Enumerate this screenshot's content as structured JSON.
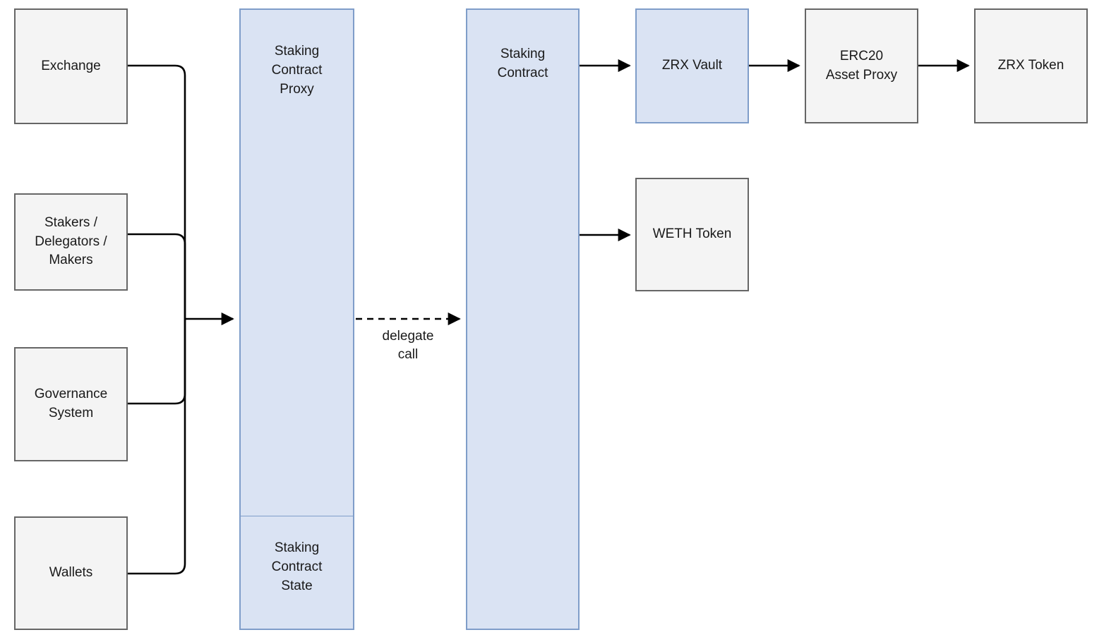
{
  "diagram": {
    "type": "architecture-flow",
    "background": "#ffffff",
    "colors": {
      "gray_fill": "#f4f4f4",
      "gray_stroke": "#666666",
      "blue_fill": "#dae3f3",
      "blue_stroke": "#7f9dc9",
      "edge_stroke": "#000000",
      "text": "#1a1a1a"
    },
    "nodes": {
      "exchange": {
        "label": "Exchange",
        "style": "gray"
      },
      "stakers": {
        "label": "Stakers /\nDelegators /\nMakers",
        "style": "gray"
      },
      "governance": {
        "label": "Governance\nSystem",
        "style": "gray"
      },
      "wallets": {
        "label": "Wallets",
        "style": "gray"
      },
      "staking_contract_proxy": {
        "label": "Staking\nContract\nProxy",
        "style": "blue"
      },
      "staking_contract_state": {
        "label": "Staking\nContract\nState",
        "style": "blue"
      },
      "staking_contract": {
        "label": "Staking\nContract",
        "style": "blue"
      },
      "zrx_vault": {
        "label": "ZRX Vault",
        "style": "blue"
      },
      "erc20_asset_proxy": {
        "label": "ERC20\nAsset Proxy",
        "style": "gray"
      },
      "zrx_token": {
        "label": "ZRX Token",
        "style": "gray"
      },
      "weth_token": {
        "label": "WETH Token",
        "style": "gray"
      }
    },
    "edges": [
      {
        "from": "exchange",
        "to": "staking_contract_proxy",
        "style": "solid",
        "label": ""
      },
      {
        "from": "stakers",
        "to": "staking_contract_proxy",
        "style": "solid",
        "label": ""
      },
      {
        "from": "governance",
        "to": "staking_contract_proxy",
        "style": "solid",
        "label": ""
      },
      {
        "from": "wallets",
        "to": "staking_contract_proxy",
        "style": "solid",
        "label": ""
      },
      {
        "from": "staking_contract_proxy",
        "to": "staking_contract",
        "style": "dashed",
        "label": "delegate\ncall"
      },
      {
        "from": "staking_contract",
        "to": "zrx_vault",
        "style": "solid",
        "label": ""
      },
      {
        "from": "staking_contract",
        "to": "weth_token",
        "style": "solid",
        "label": ""
      },
      {
        "from": "zrx_vault",
        "to": "erc20_asset_proxy",
        "style": "solid",
        "label": ""
      },
      {
        "from": "erc20_asset_proxy",
        "to": "zrx_token",
        "style": "solid",
        "label": ""
      }
    ],
    "edge_labels": {
      "delegate_call": "delegate\ncall"
    }
  }
}
